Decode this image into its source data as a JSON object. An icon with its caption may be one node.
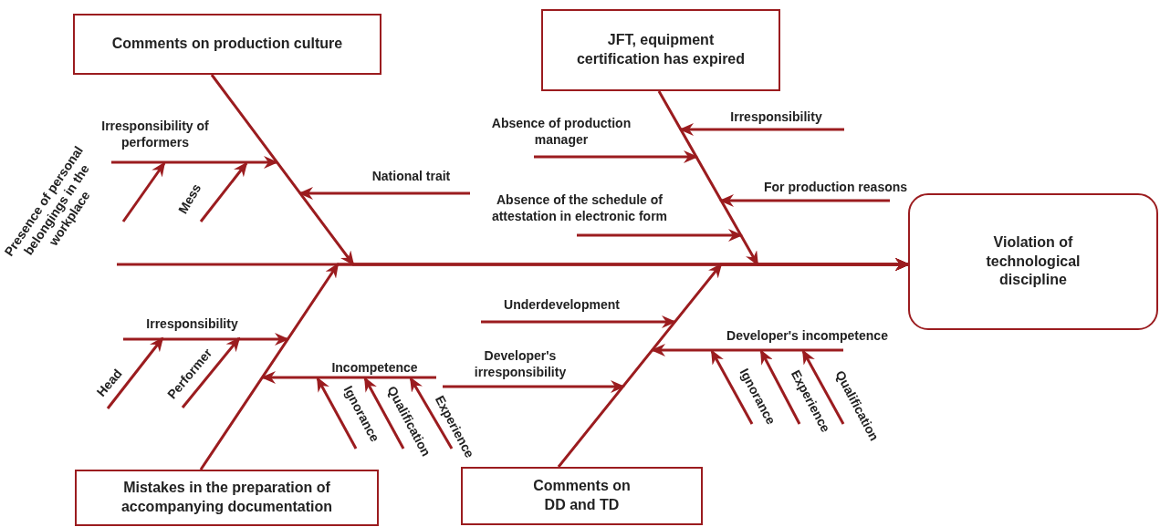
{
  "diagram": {
    "nodes": [
      {
        "text": [
          "Comments on production culture"
        ]
      },
      {
        "text": [
          "JFT, equipment certification has expired"
        ]
      },
      {
        "text": [
          "Violation of technological discipline"
        ]
      },
      {
        "text": [
          "Mistakes in the preparation of accompanying documentation"
        ]
      },
      {
        "text": [
          "Comments on DD and TD"
        ]
      },
      {
        "text": [
          "Irresponsibility of performers"
        ]
      },
      {
        "text": [
          "Presence of personal belongings in the workplace"
        ]
      },
      {
        "text": [
          "Mess"
        ]
      },
      {
        "text": [
          "National trait"
        ]
      },
      {
        "text": [
          "Absence of production manager"
        ]
      },
      {
        "text": [
          "Irresponsibility"
        ]
      },
      {
        "text": [
          "Absence of the schedule of attestation in electronic form"
        ]
      },
      {
        "text": [
          "For production reasons"
        ]
      },
      {
        "text": [
          "Irresponsibility"
        ]
      },
      {
        "text": [
          "Head"
        ]
      },
      {
        "text": [
          "Performer"
        ]
      },
      {
        "text": [
          "Incompetence"
        ]
      },
      {
        "text": [
          "Ignorance"
        ]
      },
      {
        "text": [
          "Qualification"
        ]
      },
      {
        "text": [
          "Experience"
        ]
      },
      {
        "text": [
          "Underdevelopment"
        ]
      },
      {
        "text": [
          "Developer's irresponsibility"
        ]
      },
      {
        "text": [
          "Developer's incompetence"
        ]
      },
      {
        "text": [
          "Ignorance"
        ]
      },
      {
        "text": [
          "Experience"
        ]
      },
      {
        "text": [
          "Qualification"
        ]
      }
    ],
    "edges": [
      {
        "from": 0,
        "to": 2,
        "arrow": "to"
      },
      {
        "from": 1,
        "to": 2,
        "arrow": "to"
      },
      {
        "from": 3,
        "to": 2,
        "arrow": "to"
      },
      {
        "from": 4,
        "to": 2,
        "arrow": "to"
      },
      {
        "from": null,
        "to": 2,
        "arrow": "to"
      },
      {
        "from": 5,
        "to": null,
        "arrow": "to"
      },
      {
        "from": 6,
        "to": 5,
        "arrow": "to"
      },
      {
        "from": 7,
        "to": 5,
        "arrow": "to"
      },
      {
        "from": 8,
        "to": null,
        "arrow": "to"
      },
      {
        "from": 9,
        "to": null,
        "arrow": "to"
      },
      {
        "from": 10,
        "to": null,
        "arrow": "to"
      },
      {
        "from": 11,
        "to": null,
        "arrow": "to"
      },
      {
        "from": 12,
        "to": null,
        "arrow": "to"
      },
      {
        "from": 13,
        "to": null,
        "arrow": "to"
      },
      {
        "from": 14,
        "to": 13,
        "arrow": "to"
      },
      {
        "from": 15,
        "to": 13,
        "arrow": "to"
      },
      {
        "from": 16,
        "to": null,
        "arrow": "to"
      },
      {
        "from": 17,
        "to": 16,
        "arrow": "to"
      },
      {
        "from": 18,
        "to": 16,
        "arrow": "to"
      },
      {
        "from": 19,
        "to": 16,
        "arrow": "to"
      },
      {
        "from": 20,
        "to": null,
        "arrow": "to"
      },
      {
        "from": 21,
        "to": null,
        "arrow": "to"
      },
      {
        "from": 22,
        "to": null,
        "arrow": "to"
      },
      {
        "from": 23,
        "to": 22,
        "arrow": "to"
      },
      {
        "from": 24,
        "to": 22,
        "arrow": "to"
      },
      {
        "from": 25,
        "to": 22,
        "arrow": "to"
      }
    ]
  }
}
